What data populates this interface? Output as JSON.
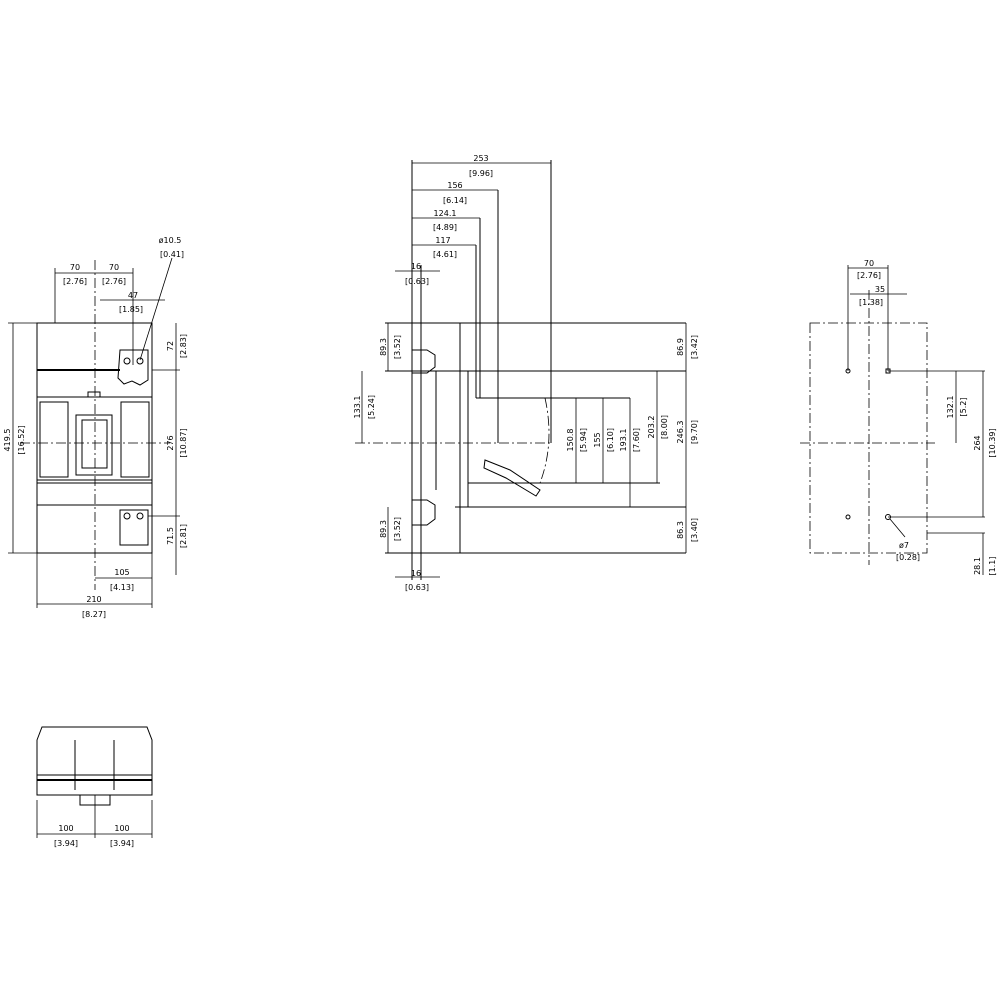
{
  "front_view": {
    "height": "419.5",
    "height_in": "[16.52]",
    "pole_left": "70",
    "pole_left_in": "[2.76]",
    "pole_right": "70",
    "pole_right_in": "[2.76]",
    "offset": "47",
    "offset_in": "[1.85]",
    "hole_dia": "ø10.5",
    "hole_dia_in": "[0.41]",
    "top_term": "72",
    "top_term_in": "[2.83]",
    "term_span": "276",
    "term_span_in": "[10.87]",
    "bot_term": "71.5",
    "bot_term_in": "[2.81]",
    "half_width": "105",
    "half_width_in": "[4.13]",
    "width": "210",
    "width_in": "[8.27]"
  },
  "side_view": {
    "depth_total": "253",
    "depth_total_in": "[9.96]",
    "depth_156": "156",
    "depth_156_in": "[6.14]",
    "depth_124": "124.1",
    "depth_124_in": "[4.89]",
    "depth_117": "117",
    "depth_117_in": "[4.61]",
    "term_top": "16",
    "term_top_in": "[0.63]",
    "term_bot": "16",
    "term_bot_in": "[0.63]",
    "upper_term": "89.3",
    "upper_term_in": "[3.52]",
    "lower_term": "89.3",
    "lower_term_in": "[3.52]",
    "center": "133.1",
    "center_in": "[5.24]",
    "top_section": "86.9",
    "top_section_in": "[3.42]",
    "mid_section": "246.3",
    "mid_section_in": "[9.70]",
    "bot_section": "86.3",
    "bot_section_in": "[3.40]",
    "handle_203": "203.2",
    "handle_203_in": "[8.00]",
    "handle_150": "150.8",
    "handle_150_in": "[5.94]",
    "handle_155": "155",
    "handle_155_in": "[6.10]",
    "handle_193": "193.1",
    "handle_193_in": "[7.60]"
  },
  "panel_cutout": {
    "hole_spacing": "70",
    "hole_spacing_in": "[2.76]",
    "half_spacing": "35",
    "half_spacing_in": "[1.38]",
    "center_to_hole": "132.1",
    "center_to_hole_in": "[5.2]",
    "hole_pitch": "264",
    "hole_pitch_in": "[10.39]",
    "hole_dia": "ø7",
    "hole_dia_in": "[0.28]",
    "edge": "28.1",
    "edge_in": "[1.1]"
  },
  "bottom_view": {
    "left": "100",
    "left_in": "[3.94]",
    "right": "100",
    "right_in": "[3.94]"
  }
}
